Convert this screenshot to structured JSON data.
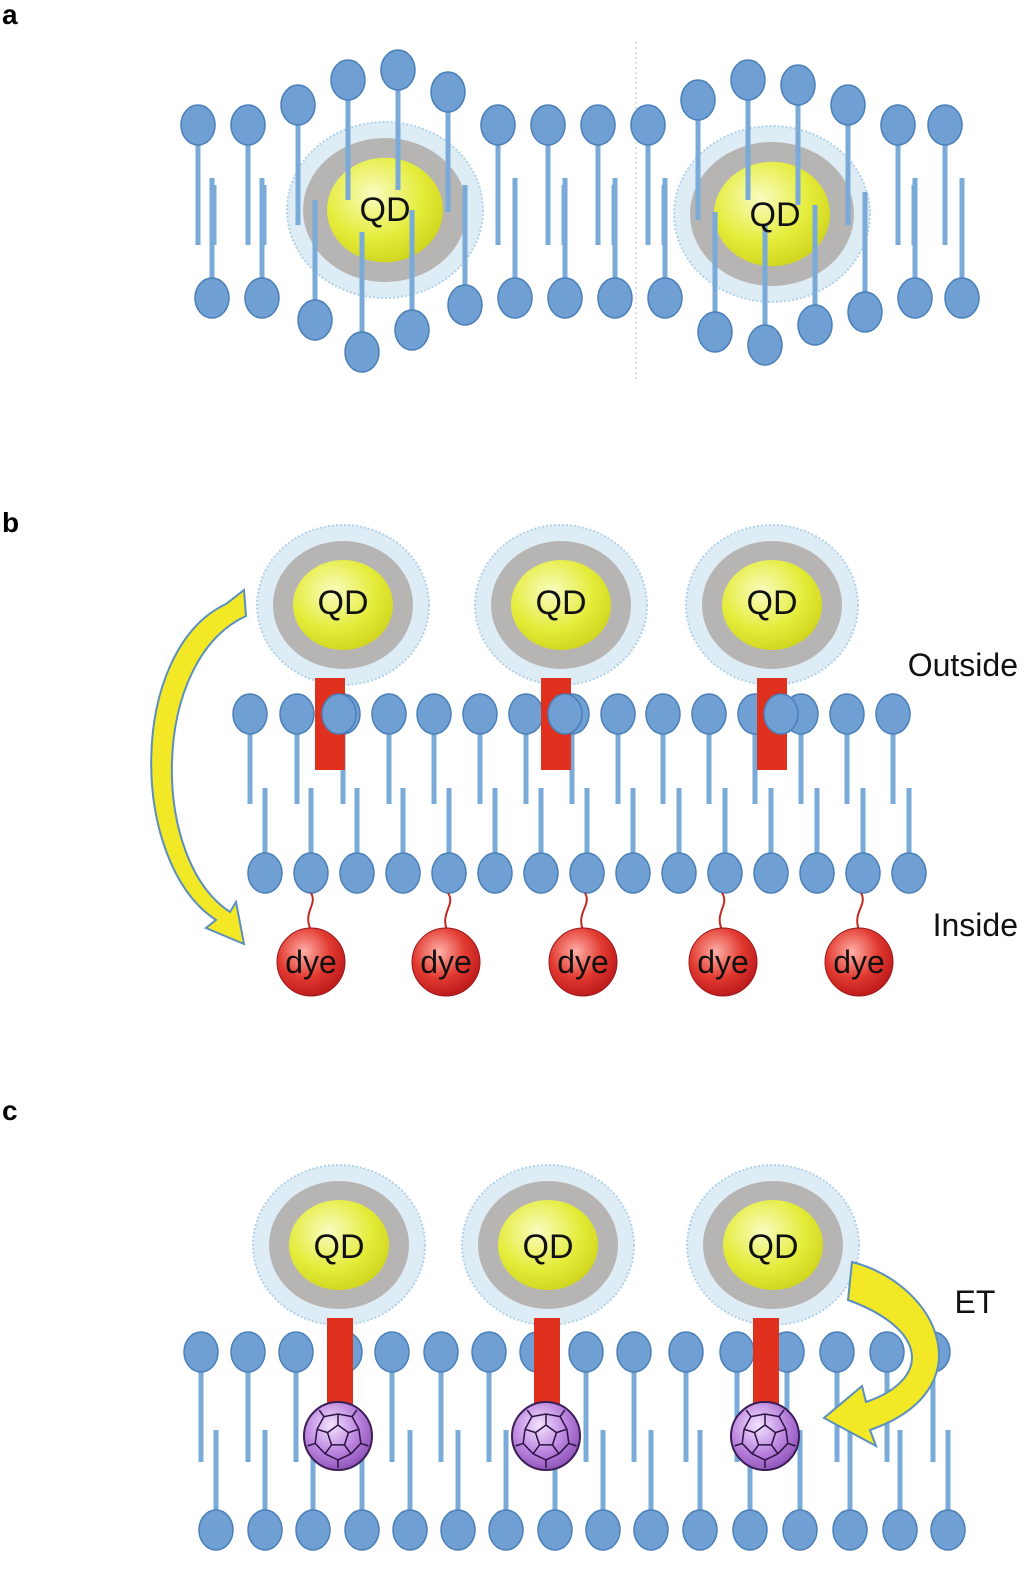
{
  "panels": {
    "a": {
      "letter": "a",
      "qd_labels": [
        "QD",
        "QD"
      ]
    },
    "b": {
      "letter": "b",
      "qd_labels": [
        "QD",
        "QD",
        "QD"
      ],
      "outside_label": "Outside",
      "inside_label": "Inside",
      "dye_labels": [
        "dye",
        "dye",
        "dye",
        "dye",
        "dye"
      ]
    },
    "c": {
      "letter": "c",
      "qd_labels": [
        "QD",
        "QD",
        "QD"
      ],
      "et_label": "ET"
    }
  },
  "colors": {
    "lipid_head": "#6f9fd3",
    "lipid_stroke": "#4a7fb8",
    "lipid_tail": "#7aaad8",
    "qd_core": "#e4ec3a",
    "qd_shell": "#b7b5b3",
    "qd_coat": "#dbeaf5",
    "linker": "#e0301e",
    "dye": "#d8262a",
    "fullerene": "#b47ed8",
    "arrow": "#f2e826"
  }
}
